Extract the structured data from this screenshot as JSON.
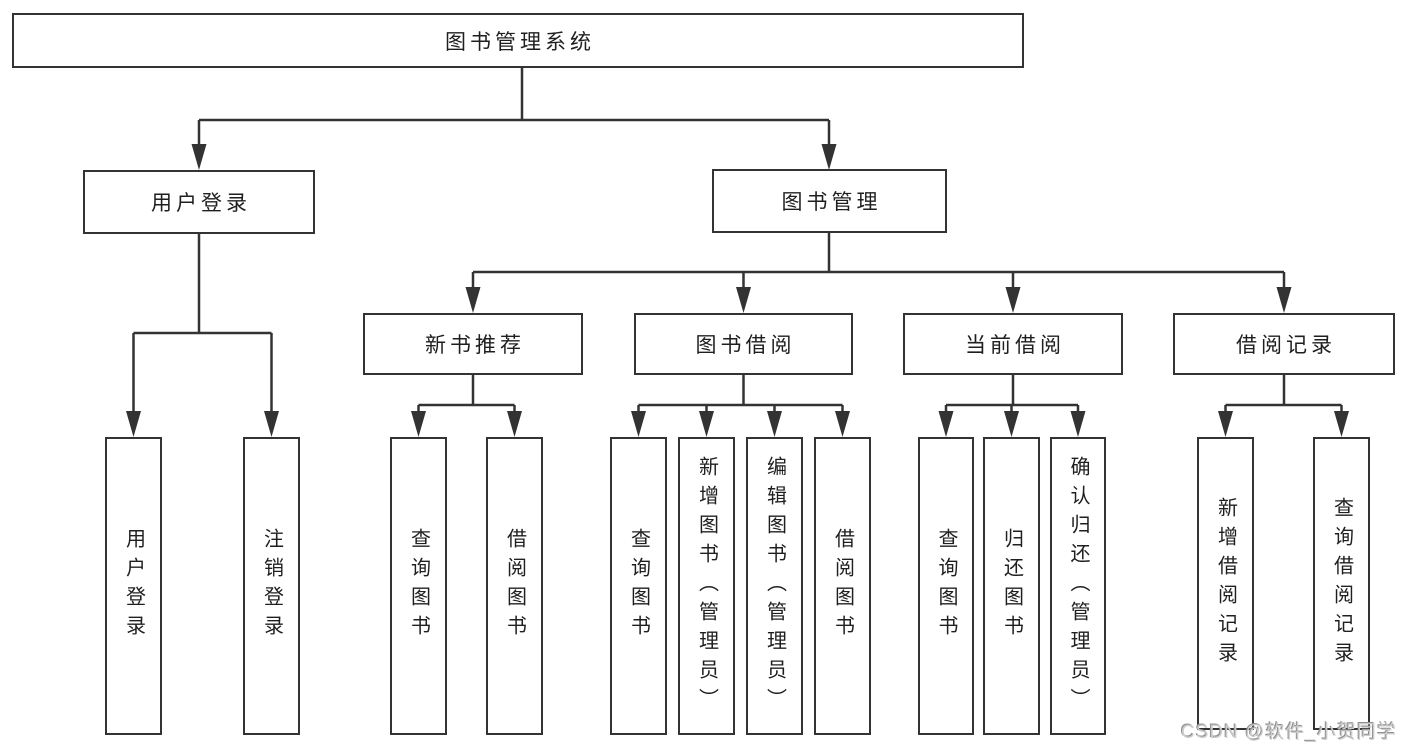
{
  "page": {
    "background": "#ffffff",
    "line_color": "#333333",
    "text_color": "#1f1f1f",
    "watermark_color": "#cccccc"
  },
  "tree": {
    "root": {
      "label": "图书管理系统"
    },
    "branches": [
      {
        "label": "用户登录",
        "children": [
          {
            "label": "用户登录"
          },
          {
            "label": "注销登录"
          }
        ]
      },
      {
        "label": "图书管理",
        "sections": [
          {
            "label": "新书推荐",
            "children": [
              {
                "label": "查询图书"
              },
              {
                "label": "借阅图书"
              }
            ]
          },
          {
            "label": "图书借阅",
            "children": [
              {
                "label": "查询图书"
              },
              {
                "label": "新增图书（管理员）"
              },
              {
                "label": "编辑图书（管理员）"
              },
              {
                "label": "借阅图书"
              }
            ]
          },
          {
            "label": "当前借阅",
            "children": [
              {
                "label": "查询图书"
              },
              {
                "label": "归还图书"
              },
              {
                "label": "确认归还（管理员）"
              }
            ]
          },
          {
            "label": "借阅记录",
            "children": [
              {
                "label": "新增借阅记录"
              },
              {
                "label": "查询借阅记录"
              }
            ]
          }
        ]
      }
    ]
  },
  "watermark": {
    "text": "CSDN @软件_小贺同学"
  }
}
